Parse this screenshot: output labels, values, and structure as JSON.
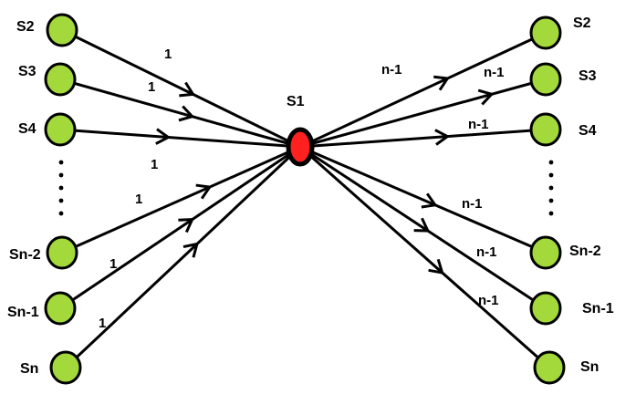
{
  "colors": {
    "node": "#a3d93a",
    "center": "#ff2020",
    "stroke": "#000000"
  },
  "center": {
    "id": "S1",
    "label": "S1"
  },
  "left_nodes": [
    {
      "id": "L-S2",
      "label": "S2",
      "edge_label": "1"
    },
    {
      "id": "L-S3",
      "label": "S3",
      "edge_label": "1"
    },
    {
      "id": "L-S4",
      "label": "S4",
      "edge_label": "1"
    },
    {
      "id": "L-Sn-2",
      "label": "Sn-2",
      "edge_label": "1"
    },
    {
      "id": "L-Sn-1",
      "label": "Sn-1",
      "edge_label": "1"
    },
    {
      "id": "L-Sn",
      "label": "Sn",
      "edge_label": "1"
    }
  ],
  "right_nodes": [
    {
      "id": "R-S2",
      "label": "S2",
      "edge_label": "n-1"
    },
    {
      "id": "R-S3",
      "label": "S3",
      "edge_label": "n-1"
    },
    {
      "id": "R-S4",
      "label": "S4",
      "edge_label": "n-1"
    },
    {
      "id": "R-Sn-2",
      "label": "Sn-2",
      "edge_label": "n-1"
    },
    {
      "id": "R-Sn-1",
      "label": "Sn-1",
      "edge_label": "n-1"
    },
    {
      "id": "R-Sn",
      "label": "Sn",
      "edge_label": "n-1"
    }
  ]
}
